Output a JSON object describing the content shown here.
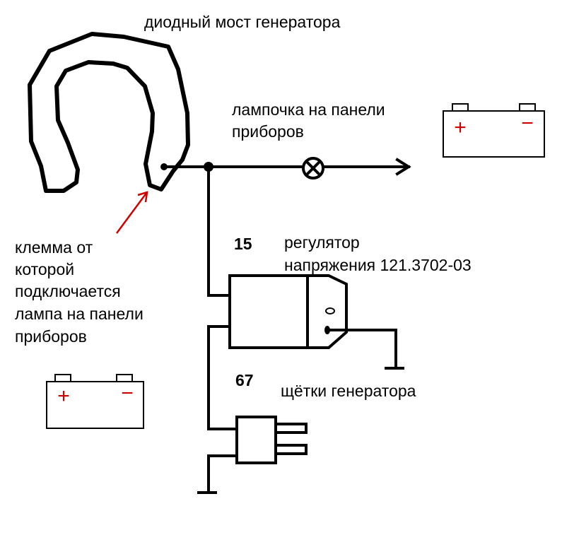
{
  "labels": {
    "diode_bridge": "диодный мост генератора",
    "lamp_line1": "лампочка на панели",
    "lamp_line2": "приборов",
    "terminal_line1": "клемма от",
    "terminal_line2": "которой",
    "terminal_line3": "подключается",
    "terminal_line4": "лампа на панели",
    "terminal_line5": "приборов",
    "pin15": "15",
    "regulator_line1": "регулятор",
    "regulator_line2": "напряжения 121.3702-03",
    "pin67": "67",
    "brushes": "щётки генератора"
  },
  "battery": {
    "plus": "+",
    "minus": "−"
  },
  "colors": {
    "line": "#000000",
    "accent": "#d00000"
  }
}
